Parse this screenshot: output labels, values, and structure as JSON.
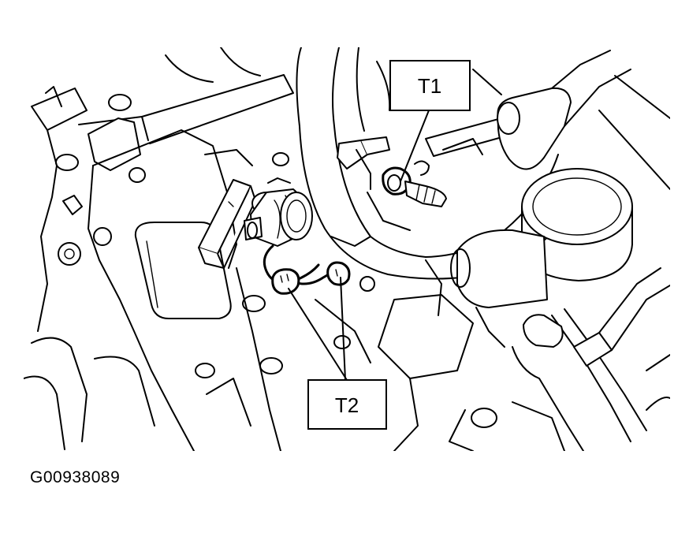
{
  "callouts": [
    {
      "label": "T1"
    },
    {
      "label": "T2"
    }
  ],
  "figure_id": "G00938089"
}
